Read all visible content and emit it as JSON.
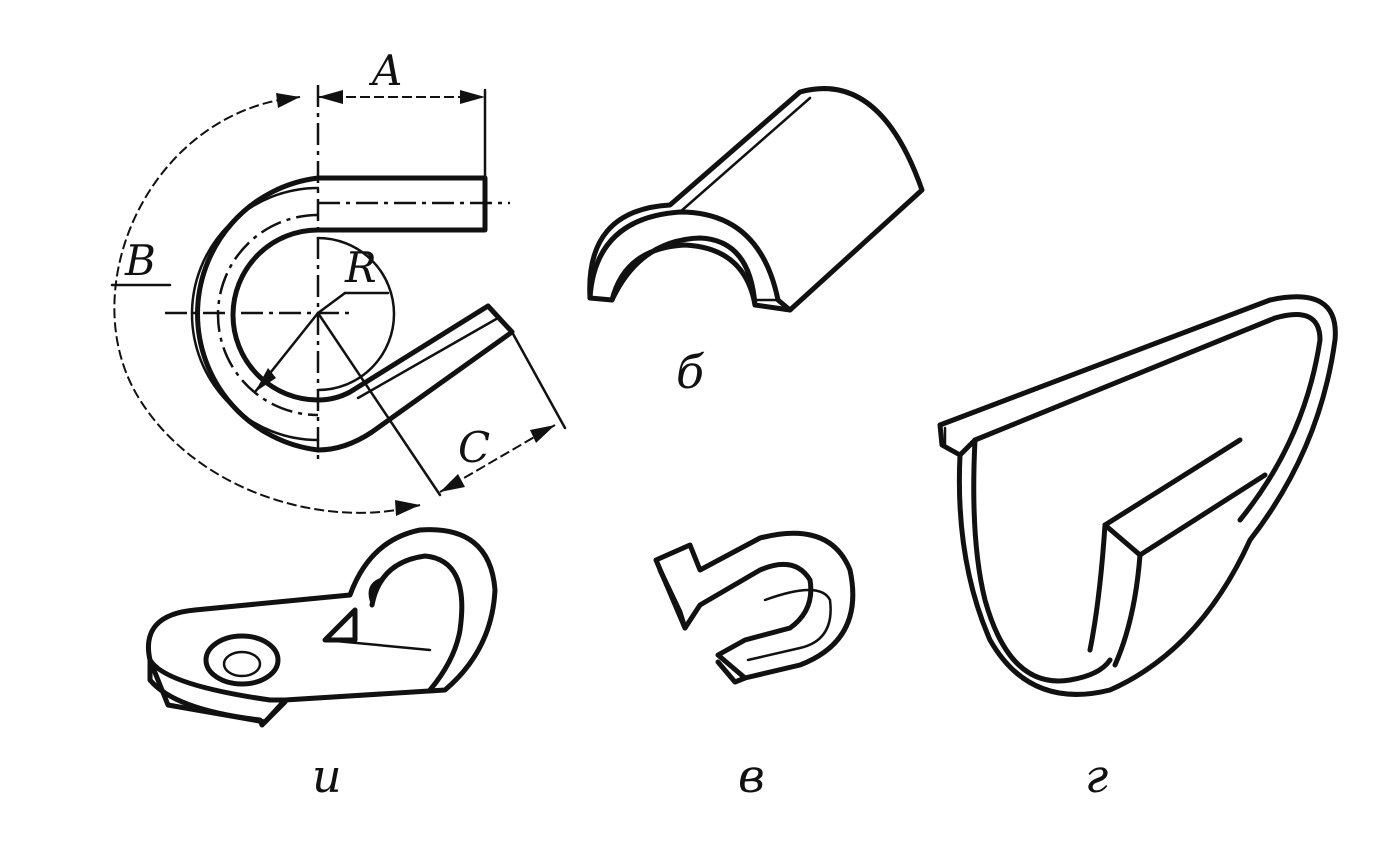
{
  "dimension_labels": {
    "a": "A",
    "b": "B",
    "c": "C",
    "r": "R"
  },
  "part_labels": {
    "first": "и",
    "second": "б",
    "third": "в",
    "fourth": "г"
  }
}
